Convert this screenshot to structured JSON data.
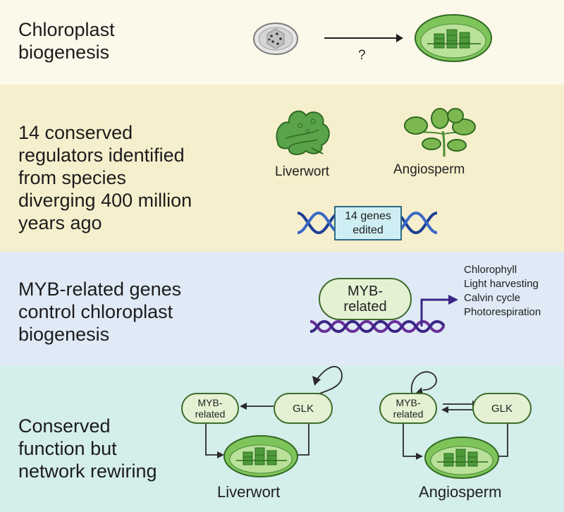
{
  "panels": {
    "biogenesis": {
      "heading": [
        "Chloroplast",
        "biogenesis"
      ],
      "question_mark": "?"
    },
    "regulators": {
      "heading": [
        "14 conserved",
        "regulators identified",
        "from species",
        "diverging 400 million",
        "years ago"
      ],
      "species_left": "Liverwort",
      "species_right": "Angiosperm",
      "genes_box": [
        "14 genes",
        "edited"
      ]
    },
    "myb": {
      "heading": [
        "MYB-related genes",
        "control chloroplast",
        "biogenesis"
      ],
      "pill": [
        "MYB-",
        "related"
      ],
      "targets": [
        "Chlorophyll",
        "Light harvesting",
        "Calvin cycle",
        "Photorespiration"
      ]
    },
    "network": {
      "heading": [
        "Conserved",
        "function but",
        "network rewiring"
      ],
      "left": {
        "myb": [
          "MYB-",
          "related"
        ],
        "glk": "GLK",
        "caption": "Liverwort"
      },
      "right": {
        "myb": [
          "MYB-",
          "related"
        ],
        "glk": "GLK",
        "caption": "Angiosperm"
      }
    }
  },
  "colors": {
    "band_top": "#fcf8ea",
    "band_regulators": "#f6efcd",
    "band_myb": "#dfeaf6",
    "band_network": "#d4eeeb",
    "chloroplast_green": "#4e9a3a",
    "dna_blue": "#1d3f95",
    "dna_purple": "#6a2f9a"
  }
}
